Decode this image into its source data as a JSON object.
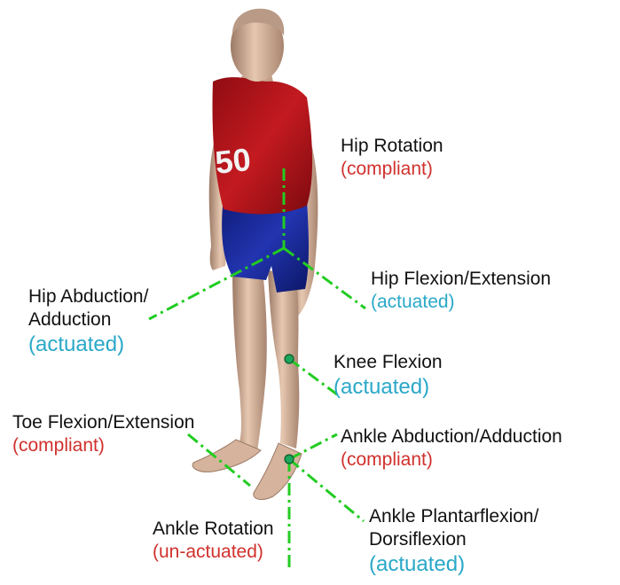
{
  "labels": {
    "hip_rotation": {
      "name": "Hip Rotation",
      "type": "(compliant)"
    },
    "hip_flexion": {
      "name": "Hip Flexion/Extension",
      "type": "(actuated)"
    },
    "hip_abduction": {
      "name_line1": "Hip Abduction/",
      "name_line2": "Adduction",
      "type": "(actuated)"
    },
    "knee_flexion": {
      "name": "Knee Flexion",
      "type": "(actuated)"
    },
    "toe_flexion": {
      "name": "Toe Flexion/Extension",
      "type": "(compliant)"
    },
    "ankle_abduction": {
      "name": "Ankle Abduction/Adduction",
      "type": "(compliant)"
    },
    "ankle_rotation": {
      "name": "Ankle Rotation",
      "type": "(un-actuated)"
    },
    "ankle_plantarflexion": {
      "name_line1": "Ankle Plantarflexion/",
      "name_line2": "Dorsiflexion",
      "type": "(actuated)"
    }
  },
  "shirt_number": "50",
  "colors": {
    "compliant": "#d0312d",
    "actuated": "#2aa8c8",
    "un_actuated": "#d0312d",
    "axis_lines": "#22cc22",
    "shirt": "#b3161b",
    "shorts": "#1a2a9a",
    "skin": "#d8b49a"
  }
}
